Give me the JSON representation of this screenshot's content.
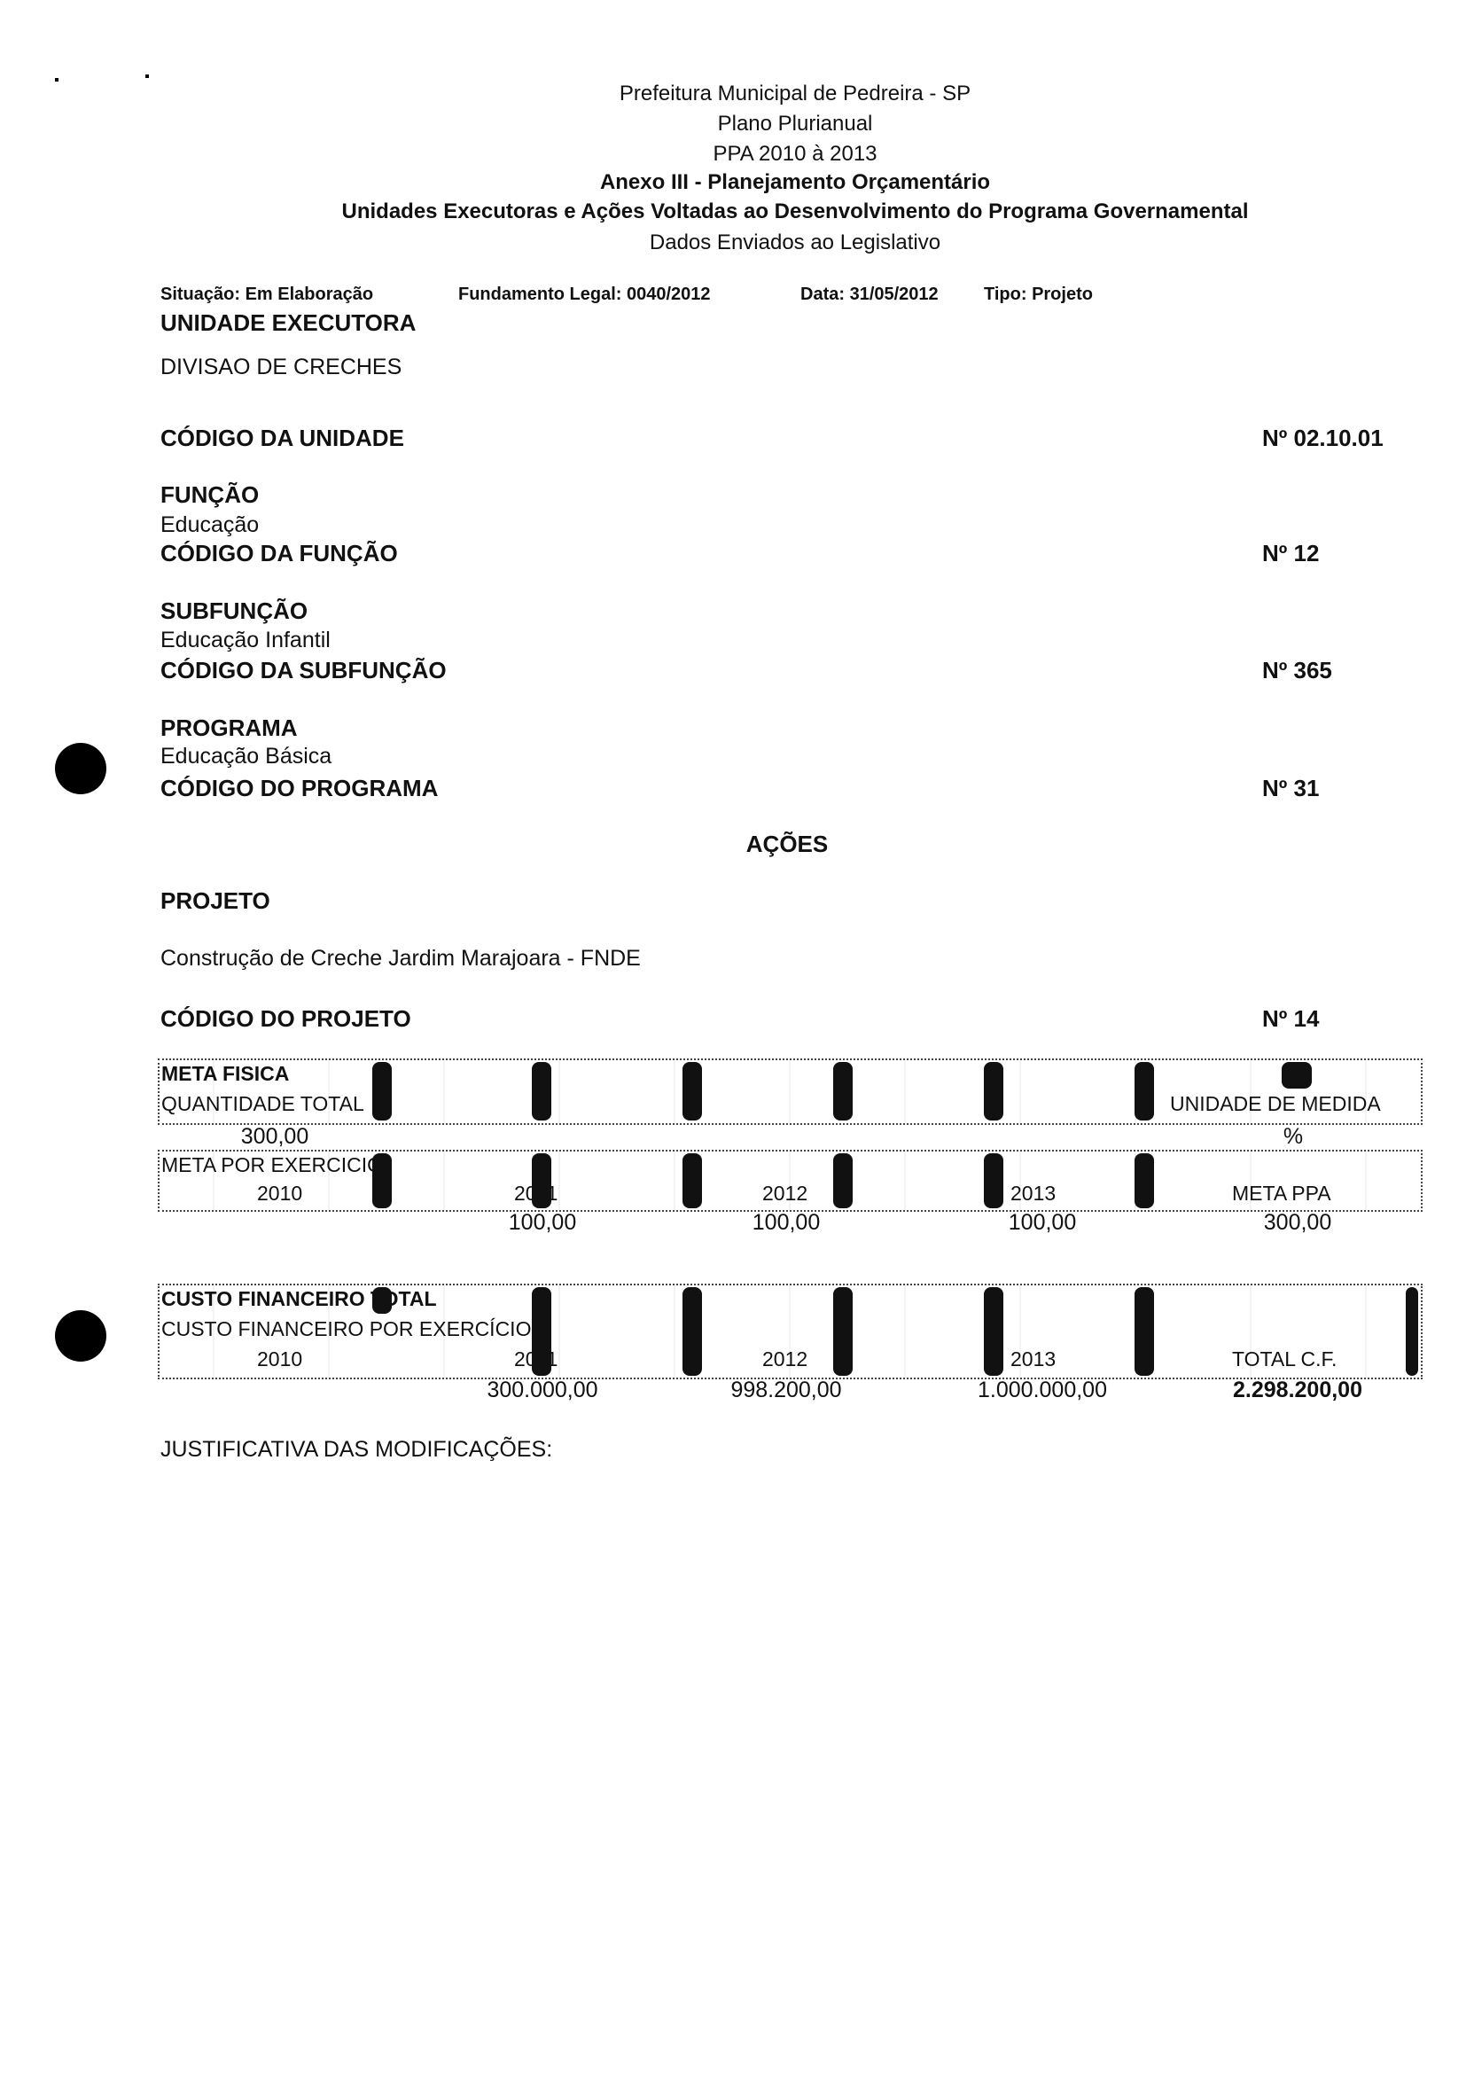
{
  "header": {
    "line1": "Prefeitura Municipal de Pedreira - SP",
    "line2": "Plano Plurianual",
    "line3": "PPA 2010 à 2013",
    "line4": "Anexo III - Planejamento Orçamentário",
    "line5": "Unidades Executoras e Ações Voltadas ao Desenvolvimento do Programa Governamental",
    "line6": "Dados Enviados ao Legislativo"
  },
  "status": {
    "situacao": "Situação: Em Elaboração",
    "fundamento": "Fundamento Legal: 0040/2012",
    "data": "Data: 31/05/2012",
    "tipo": "Tipo: Projeto"
  },
  "unidade": {
    "label": "UNIDADE EXECUTORA",
    "value": "DIVISAO DE CRECHES",
    "code_label": "CÓDIGO DA UNIDADE",
    "code": "Nº 02.10.01"
  },
  "funcao": {
    "label": "FUNÇÃO",
    "value": "Educação",
    "code_label": "CÓDIGO DA FUNÇÃO",
    "code": "Nº 12"
  },
  "subfuncao": {
    "label": "SUBFUNÇÃO",
    "value": "Educação Infantil",
    "code_label": "CÓDIGO DA SUBFUNÇÃO",
    "code": "Nº 365"
  },
  "programa": {
    "label": "PROGRAMA",
    "value": "Educação Básica",
    "code_label": "CÓDIGO DO PROGRAMA",
    "code": "Nº 31"
  },
  "acoes": {
    "title": "AÇÕES",
    "projeto_label": "PROJETO",
    "projeto": "Construção de Creche Jardim Marajoara - FNDE",
    "code_label": "CÓDIGO DO PROJETO",
    "code": "Nº 14"
  },
  "meta": {
    "title": "META FISICA",
    "qtd_label": "QUANTIDADE TOTAL",
    "unidade_label": "UNIDADE DE MEDIDA",
    "qtd": "300,00",
    "unidade": "%",
    "exercicio_label": "META POR EXERCICIO",
    "years": [
      "2010",
      "2011",
      "2012",
      "2013"
    ],
    "ppa_label": "META PPA",
    "values": [
      "100,00",
      "100,00",
      "100,00"
    ],
    "ppa": "300,00"
  },
  "custo": {
    "title": "CUSTO FINANCEIRO TOTAL",
    "exercicio_label": "CUSTO FINANCEIRO POR EXERCÍCIO",
    "years": [
      "2010",
      "2011",
      "2012",
      "2013"
    ],
    "total_label": "TOTAL C.F.",
    "values": [
      "300.000,00",
      "998.200,00",
      "1.000.000,00"
    ],
    "total": "2.298.200,00"
  },
  "justificativa": "JUSTIFICATIVA DAS MODIFICAÇÕES:"
}
